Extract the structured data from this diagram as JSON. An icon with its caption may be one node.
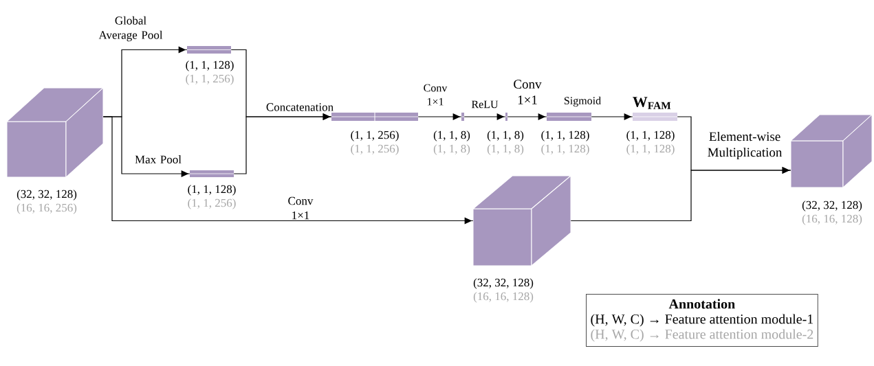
{
  "diagram": {
    "nodes": [
      {
        "text": [],
        "shape": "box",
        "beside": [
          "(32, 32, 128)",
          "(16, 16, 256)"
        ]
      },
      {
        "text": [],
        "shape": "bar",
        "beside": [
          "(1, 1, 128)",
          "(1, 1, 256)"
        ]
      },
      {
        "text": [],
        "shape": "bar",
        "beside": [
          "(1, 1, 128)",
          "(1, 1, 256)"
        ]
      },
      {
        "text": [],
        "shape": "bar",
        "beside": [
          "(1, 1, 256)",
          "(1, 1, 256)"
        ]
      },
      {
        "text": [],
        "shape": "bar",
        "beside": [
          "(1, 1, 8)",
          "(1, 1, 8)"
        ]
      },
      {
        "text": [],
        "shape": "bar",
        "beside": [
          "(1, 1, 8)",
          "(1, 1, 8)"
        ]
      },
      {
        "text": [],
        "shape": "bar",
        "beside": [
          "(1, 1, 128)",
          "(1, 1, 128)"
        ]
      },
      {
        "text": [
          "W$_{FAM}$"
        ],
        "beside": [
          "(1, 1, 128)",
          "(1, 1, 128)"
        ]
      },
      {
        "text": [],
        "shape": "box",
        "beside": [
          "(32, 32, 128)",
          "(16, 16, 128)"
        ]
      },
      {
        "text": [],
        "shape": "box",
        "beside": [
          "(32, 32, 128)",
          "(16, 16, 128)"
        ]
      },
      {
        "text": [
          "Annotation",
          "(H, W, C) → Feature attention module-1",
          "(H, W, C) → Feature attention module-2"
        ]
      }
    ],
    "edges": [
      {
        "from": 0,
        "to": 1,
        "arrow": "to",
        "label": "Global Average Pool"
      },
      {
        "from": 0,
        "to": 2,
        "arrow": "to",
        "label": "Max Pool"
      },
      {
        "from": 0,
        "to": 8,
        "arrow": "to",
        "label": "Conv 1×1"
      },
      {
        "from": 1,
        "to": 3,
        "arrow": "to",
        "label": "Concatenation"
      },
      {
        "from": 2,
        "to": 3,
        "arrow": "to"
      },
      {
        "from": 3,
        "to": 4,
        "arrow": "to",
        "label": "Conv 1×1"
      },
      {
        "from": 4,
        "to": 5,
        "arrow": "to",
        "label": "ReLU"
      },
      {
        "from": 5,
        "to": 6,
        "arrow": "to",
        "label": "Conv 1×1"
      },
      {
        "from": 6,
        "to": 7,
        "arrow": "to",
        "label": "Sigmoid"
      },
      {
        "from": 7,
        "to": 9,
        "arrow": "to",
        "label": "Element-wise Multiplication"
      },
      {
        "from": 8,
        "to": 9,
        "arrow": "to"
      }
    ]
  }
}
